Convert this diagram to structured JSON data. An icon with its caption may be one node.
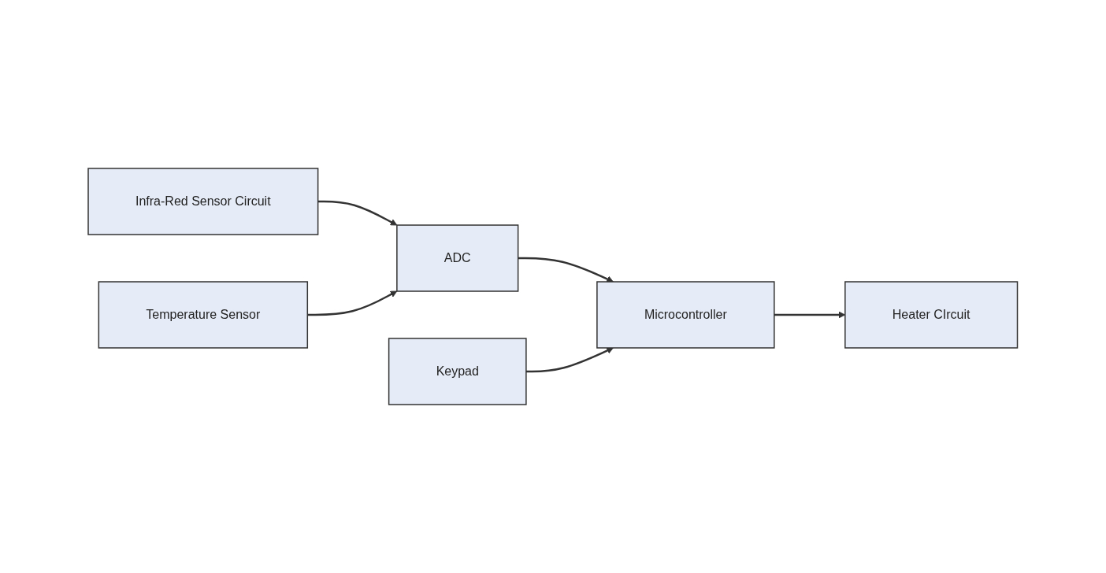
{
  "diagram": {
    "nodes": [
      {
        "text": [
          "Infra-Red Sensor Circuit"
        ]
      },
      {
        "text": [
          "Temperature Sensor"
        ]
      },
      {
        "text": [
          "ADC"
        ]
      },
      {
        "text": [
          "Microcontroller"
        ]
      },
      {
        "text": [
          "Heater CIrcuit"
        ]
      },
      {
        "text": [
          "Keypad"
        ]
      }
    ],
    "edges": [
      {
        "from": 0,
        "to": 2,
        "arrow": "to"
      },
      {
        "from": 1,
        "to": 2,
        "arrow": "to"
      },
      {
        "from": 2,
        "to": 3,
        "arrow": "to"
      },
      {
        "from": 3,
        "to": 4,
        "arrow": "to"
      },
      {
        "from": 5,
        "to": 3,
        "arrow": "to"
      }
    ]
  }
}
